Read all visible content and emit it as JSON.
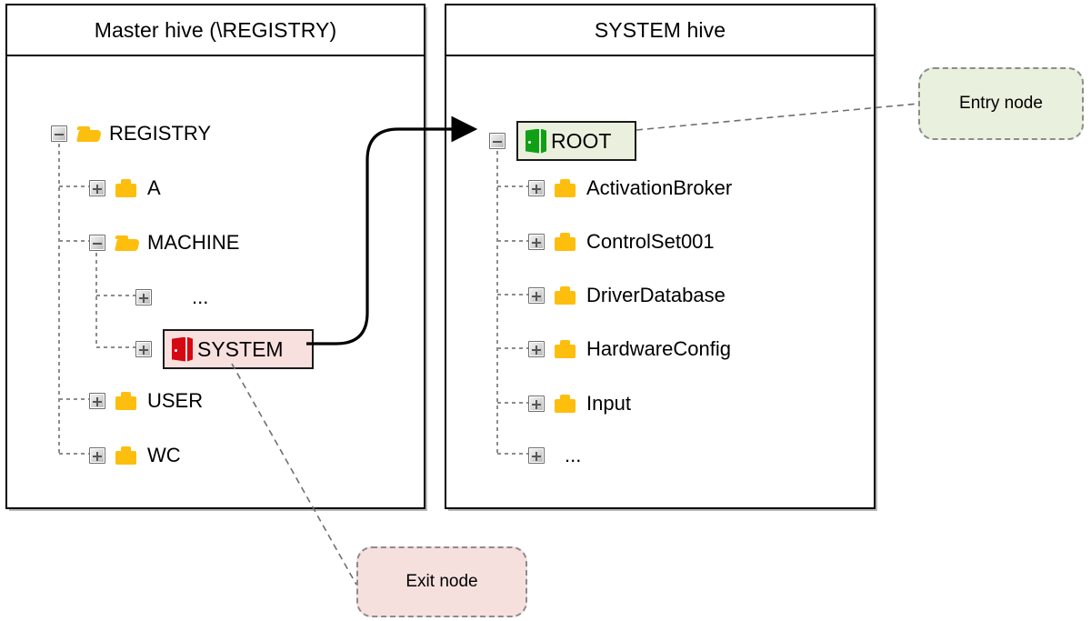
{
  "panels": [
    {
      "id": "master",
      "title": "Master hive (\\REGISTRY)",
      "tree": [
        {
          "label": "REGISTRY",
          "icon": "folder-open-icon",
          "expander": "minus",
          "depth": 0
        },
        {
          "label": "A",
          "icon": "folder-closed-icon",
          "expander": "plus",
          "depth": 1
        },
        {
          "label": "MACHINE",
          "icon": "folder-open-icon",
          "expander": "minus",
          "depth": 1
        },
        {
          "label": "...",
          "icon": "none",
          "expander": "plus",
          "depth": 2
        },
        {
          "label": "SYSTEM",
          "icon": "door-red-icon",
          "expander": "plus",
          "depth": 2,
          "highlight": "exit"
        },
        {
          "label": "USER",
          "icon": "folder-closed-icon",
          "expander": "plus",
          "depth": 1
        },
        {
          "label": "WC",
          "icon": "folder-closed-icon",
          "expander": "plus",
          "depth": 1
        }
      ]
    },
    {
      "id": "system",
      "title": "SYSTEM hive",
      "tree": [
        {
          "label": "ROOT",
          "icon": "door-green-icon",
          "expander": "minus",
          "depth": 0,
          "highlight": "entry"
        },
        {
          "label": "ActivationBroker",
          "icon": "folder-closed-icon",
          "expander": "plus",
          "depth": 1
        },
        {
          "label": "ControlSet001",
          "icon": "folder-closed-icon",
          "expander": "plus",
          "depth": 1
        },
        {
          "label": "DriverDatabase",
          "icon": "folder-closed-icon",
          "expander": "plus",
          "depth": 1
        },
        {
          "label": "HardwareConfig",
          "icon": "folder-closed-icon",
          "expander": "plus",
          "depth": 1
        },
        {
          "label": "Input",
          "icon": "folder-closed-icon",
          "expander": "plus",
          "depth": 1
        },
        {
          "label": "...",
          "icon": "none",
          "expander": "plus",
          "depth": 1
        }
      ]
    }
  ],
  "callouts": {
    "entry": {
      "label": "Entry node",
      "fill": "#e9f0dd"
    },
    "exit": {
      "label": "Exit node",
      "fill": "#f6e0de"
    }
  },
  "colors": {
    "folder": "#fdbe0d",
    "door_exit": "#d60812",
    "door_entry": "#10a016",
    "panel_border": "#000000",
    "tree_line": "#8c8c8c",
    "callout_border": "#8c8c8c"
  }
}
